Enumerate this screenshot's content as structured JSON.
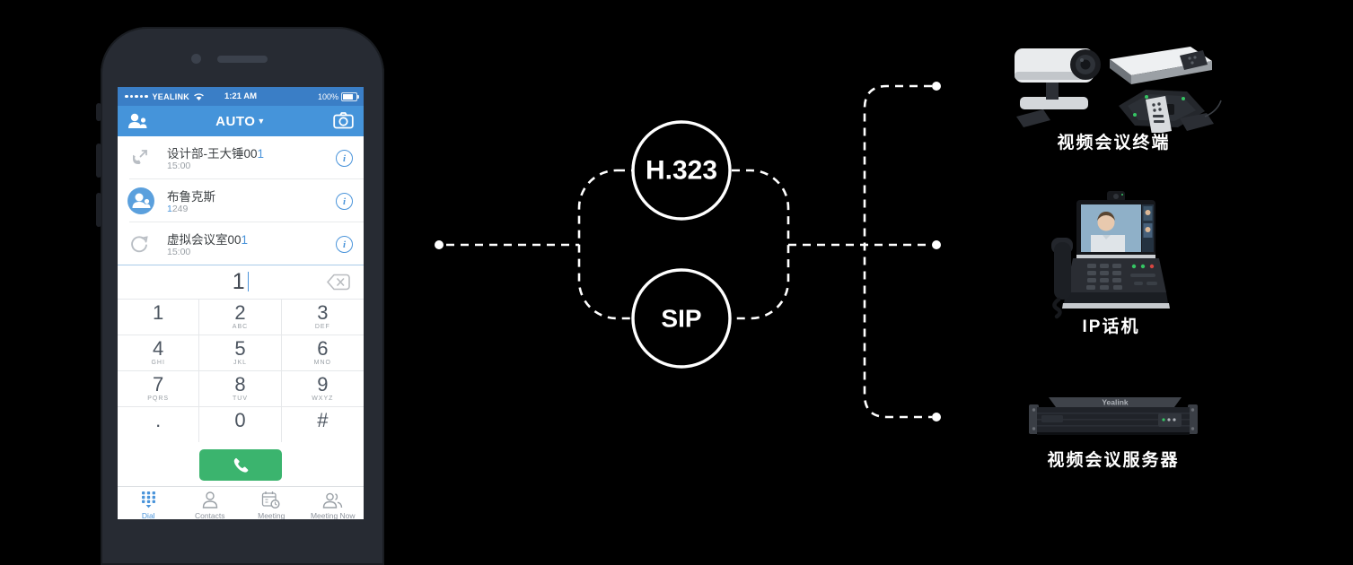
{
  "phone": {
    "status_bar": {
      "carrier": "YEALINK",
      "time": "1:21 AM",
      "battery": "100%"
    },
    "nav_bar": {
      "title": "AUTO",
      "caret": "▼"
    },
    "call_log": [
      {
        "name": "设计部-王大锤00",
        "name_hl": "1",
        "sub_hl": "",
        "sub": "15:00"
      },
      {
        "name": "布鲁克斯",
        "name_hl": "",
        "sub_hl": "1",
        "sub": "249"
      },
      {
        "name": "虚拟会议室00",
        "name_hl": "1",
        "sub_hl": "",
        "sub": "15:00"
      }
    ],
    "info_glyph": "i",
    "dial_input": {
      "value": "1"
    },
    "keypad": [
      {
        "digit": "1",
        "letters": ""
      },
      {
        "digit": "2",
        "letters": "ABC"
      },
      {
        "digit": "3",
        "letters": "DEF"
      },
      {
        "digit": "4",
        "letters": "GHI"
      },
      {
        "digit": "5",
        "letters": "JKL"
      },
      {
        "digit": "6",
        "letters": "MNO"
      },
      {
        "digit": "7",
        "letters": "PQRS"
      },
      {
        "digit": "8",
        "letters": "TUV"
      },
      {
        "digit": "9",
        "letters": "WXYZ"
      },
      {
        "digit": ".",
        "letters": ""
      },
      {
        "digit": "0",
        "letters": ""
      },
      {
        "digit": "#",
        "letters": ""
      }
    ],
    "tabs": [
      {
        "label": "Dial",
        "active": true
      },
      {
        "label": "Contacts",
        "active": false
      },
      {
        "label": "Meeting",
        "active": false
      },
      {
        "label": "Meeting Now",
        "active": false
      }
    ]
  },
  "diagram": {
    "protocols": [
      {
        "label": "H.323"
      },
      {
        "label": "SIP"
      }
    ],
    "line_color": "#ffffff"
  },
  "devices": [
    {
      "label": "视频会议终端"
    },
    {
      "label": "IP话机"
    },
    {
      "label": "视频会议服务器",
      "brand": "Yealink"
    }
  ],
  "colors": {
    "status_bar_blue": "#3a7ec6",
    "nav_bar_blue": "#4594da",
    "accent_blue": "#4a94da",
    "call_green": "#3bb46e",
    "phone_body": "#272b33",
    "background": "#000000"
  }
}
